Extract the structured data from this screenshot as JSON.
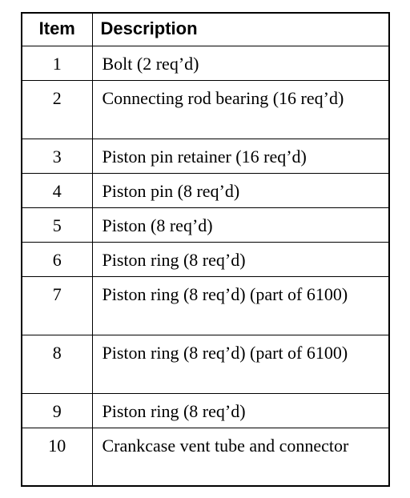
{
  "table": {
    "headers": {
      "item": "Item",
      "description": "Description"
    },
    "rows": [
      {
        "item": "1",
        "description": "Bolt (2 req’d)"
      },
      {
        "item": "2",
        "description": "Connecting rod bearing (16 req’d)"
      },
      {
        "item": "3",
        "description": "Piston pin retainer (16 req’d)"
      },
      {
        "item": "4",
        "description": "Piston pin (8 req’d)"
      },
      {
        "item": "5",
        "description": "Piston (8 req’d)"
      },
      {
        "item": "6",
        "description": "Piston ring (8 req’d)"
      },
      {
        "item": "7",
        "description": "Piston ring (8 req’d) (part of 6100)"
      },
      {
        "item": "8",
        "description": "Piston ring (8 req’d) (part of 6100)"
      },
      {
        "item": "9",
        "description": "Piston ring (8 req’d)"
      },
      {
        "item": "10",
        "description": "Crankcase vent tube and connector"
      }
    ]
  }
}
